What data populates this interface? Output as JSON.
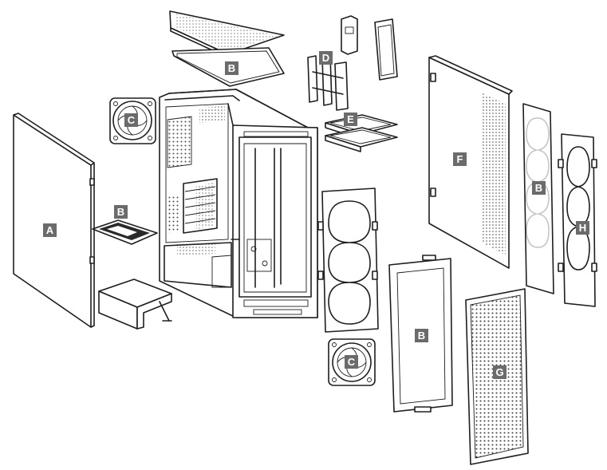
{
  "callouts": [
    {
      "id": "A",
      "text": "A"
    },
    {
      "id": "B-top",
      "text": "B"
    },
    {
      "id": "B-left",
      "text": "B"
    },
    {
      "id": "B-front",
      "text": "B"
    },
    {
      "id": "B-side",
      "text": "B"
    },
    {
      "id": "C-top",
      "text": "C"
    },
    {
      "id": "C-bottom",
      "text": "C"
    },
    {
      "id": "D",
      "text": "D"
    },
    {
      "id": "E",
      "text": "E"
    },
    {
      "id": "F",
      "text": "F"
    },
    {
      "id": "G",
      "text": "G"
    },
    {
      "id": "H",
      "text": "H"
    }
  ],
  "colors": {
    "line": "#1e1e1e",
    "label_bg": "#6b6b6b",
    "label_text": "#ffffff",
    "mesh": "#2a2a2a"
  }
}
